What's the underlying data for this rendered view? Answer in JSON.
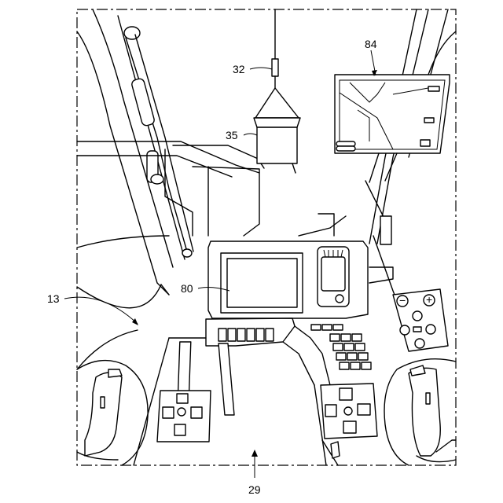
{
  "figure": {
    "reference_numerals": {
      "frame": "29",
      "window": "13",
      "hook_cable_clamp": "32",
      "hook_block": "35",
      "main_monitor": "80",
      "camera_monitor": "84"
    }
  }
}
